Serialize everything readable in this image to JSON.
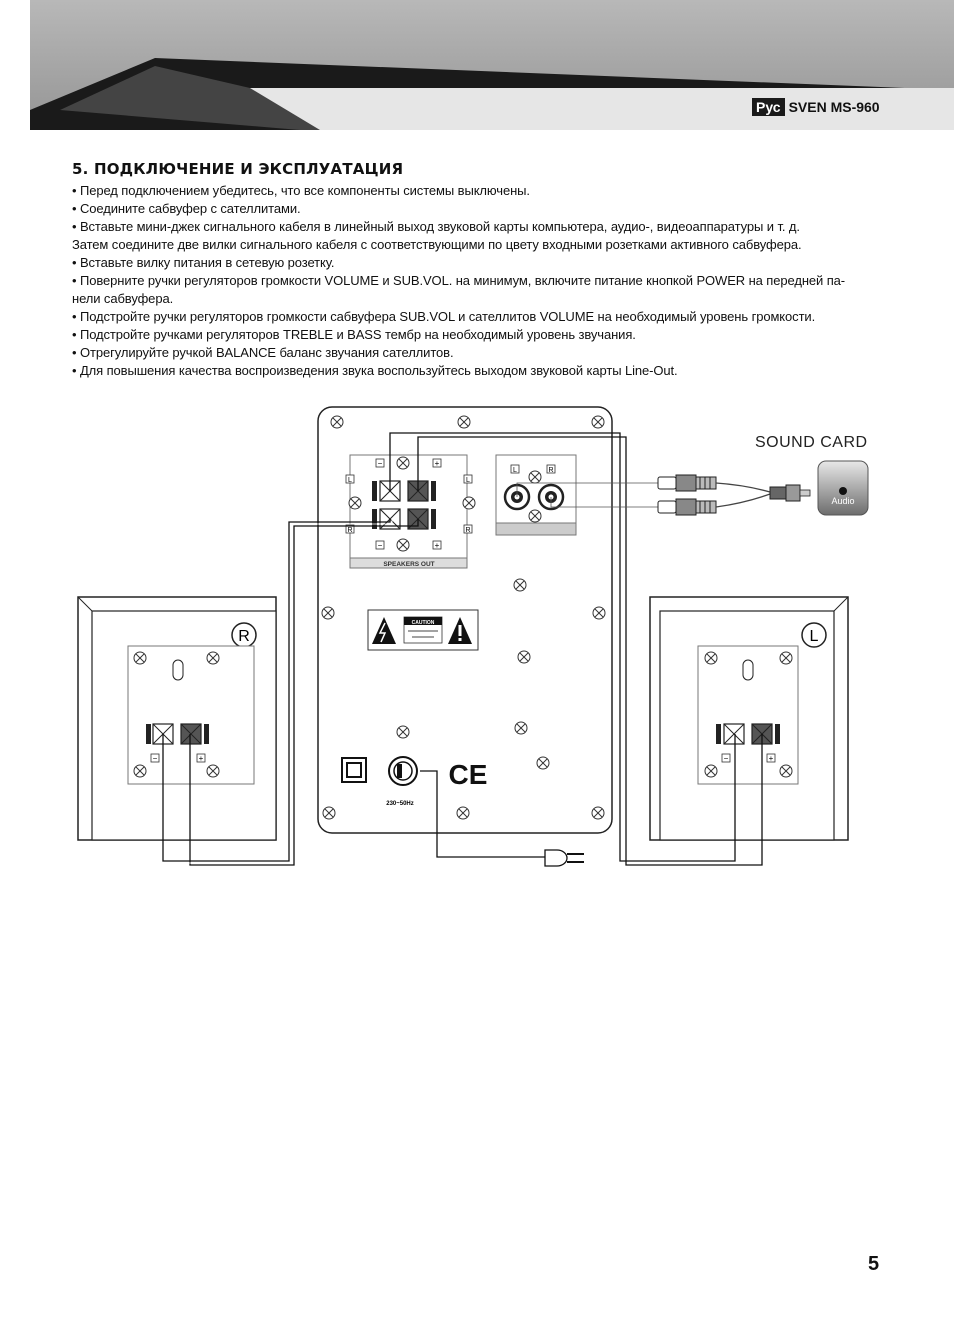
{
  "header": {
    "lang": "Рус",
    "model": "SVEN MS-960"
  },
  "section": {
    "title": "5. ПОДКЛЮЧЕНИЕ И ЭКСПЛУАТАЦИЯ",
    "lines": [
      "• Перед подключением убедитесь, что все компоненты системы выключены.",
      "• Соедините сабвуфер с сателлитами.",
      "• Вставьте мини-джек сигнального кабеля в линейный выход звуковой карты компьютера, аудио-, видеоаппаратуры и т. д.",
      "Затем соедините две вилки сигнального кабеля с соответствующими по цвету входными розетками активного сабвуфера.",
      "• Вставьте вилку питания в сетевую розетку.",
      "• Поверните ручки регуляторов громкости VOLUME и SUB.VOL. на минимум, включите питание кнопкой POWER на передней па-",
      "нели сабвуфера.",
      "• Подстройте ручки регуляторов громкости сабвуфера SUB.VOL и сателлитов VOLUME на необходимый уровень громкости.",
      "• Подстройте ручками регуляторов TREBLE и BASS тембр на необходимый уровень звучания.",
      "• Отрегулируйте ручкой BALANCE баланс звучания сателлитов.",
      "• Для повышения качества воспроизведения звука воспользуйтесь выходом звуковой карты Line-Out."
    ]
  },
  "diagram": {
    "sound_card_label": "SOUND CARD",
    "audio_label": "Audio",
    "speakers_out_label": "SPEAKERS OUT",
    "caution_label": "CAUTION",
    "voltage_label": "230~50Hz",
    "ce_mark": "CE",
    "right_speaker_label": "R",
    "left_speaker_label": "L",
    "terminal_left": "L",
    "terminal_right": "R",
    "minus": "−",
    "plus": "+"
  },
  "page": {
    "number": "5"
  }
}
